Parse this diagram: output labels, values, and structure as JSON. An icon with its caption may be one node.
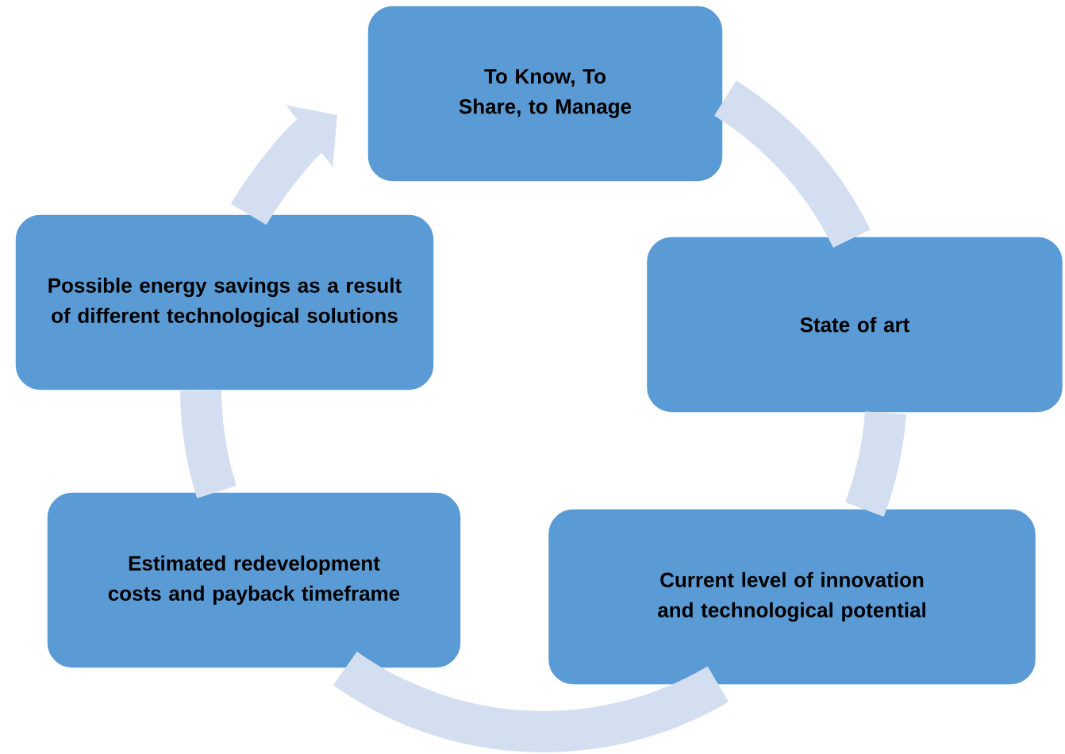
{
  "diagram": {
    "nodes": [
      {
        "text": [
          "To Know, To Share, to Manage"
        ]
      },
      {
        "text": [
          "Possible energy savings as a result of different technological solutions"
        ]
      },
      {
        "text": [
          "State of art"
        ]
      },
      {
        "text": [
          "Estimated redevelopment costs and payback timeframe"
        ]
      },
      {
        "text": [
          "Current level of innovation and technological potential"
        ]
      }
    ],
    "edges": [
      {
        "from": 0,
        "to": 2,
        "arrow": "none"
      },
      {
        "from": 2,
        "to": 4,
        "arrow": "none"
      },
      {
        "from": 4,
        "to": 3,
        "arrow": "none"
      },
      {
        "from": 3,
        "to": 1,
        "arrow": "none"
      },
      {
        "from": 1,
        "to": 0,
        "arrow": "to"
      }
    ]
  }
}
